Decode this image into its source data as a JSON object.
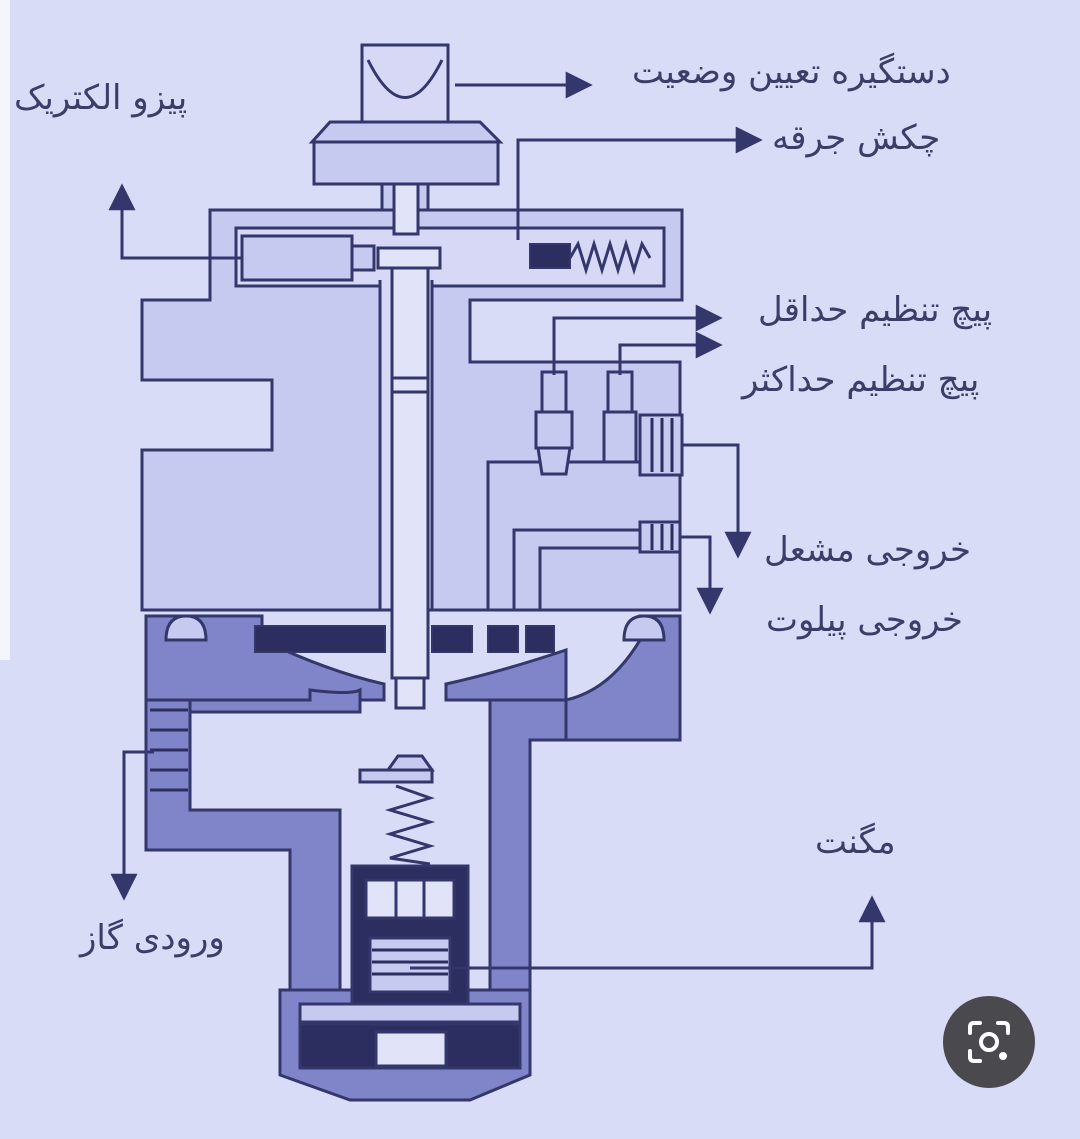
{
  "labels": {
    "piezo_electric": "پیزو الکتریک",
    "position_knob": "دستگیره تعیین وضعیت",
    "wheel_hammer": "چکش جرقه",
    "min_screw": "پیچ تنظیم حداقل",
    "max_screw": "پیچ تنظیم حداکثر",
    "burner_outlet": "خروجی مشعل",
    "pilot_outlet": "خروجی پیلوت",
    "magnet": "مگنت",
    "gas_inlet": "ورودی گاز"
  },
  "lens_button": {
    "icon": "image-search-icon"
  },
  "colors": {
    "background": "#d9dcf7",
    "light_body": "#c7caf0",
    "dark_body": "#8084c8",
    "outline": "#34376b",
    "dark_fill": "#2c2e60",
    "text": "#3b3e66"
  }
}
